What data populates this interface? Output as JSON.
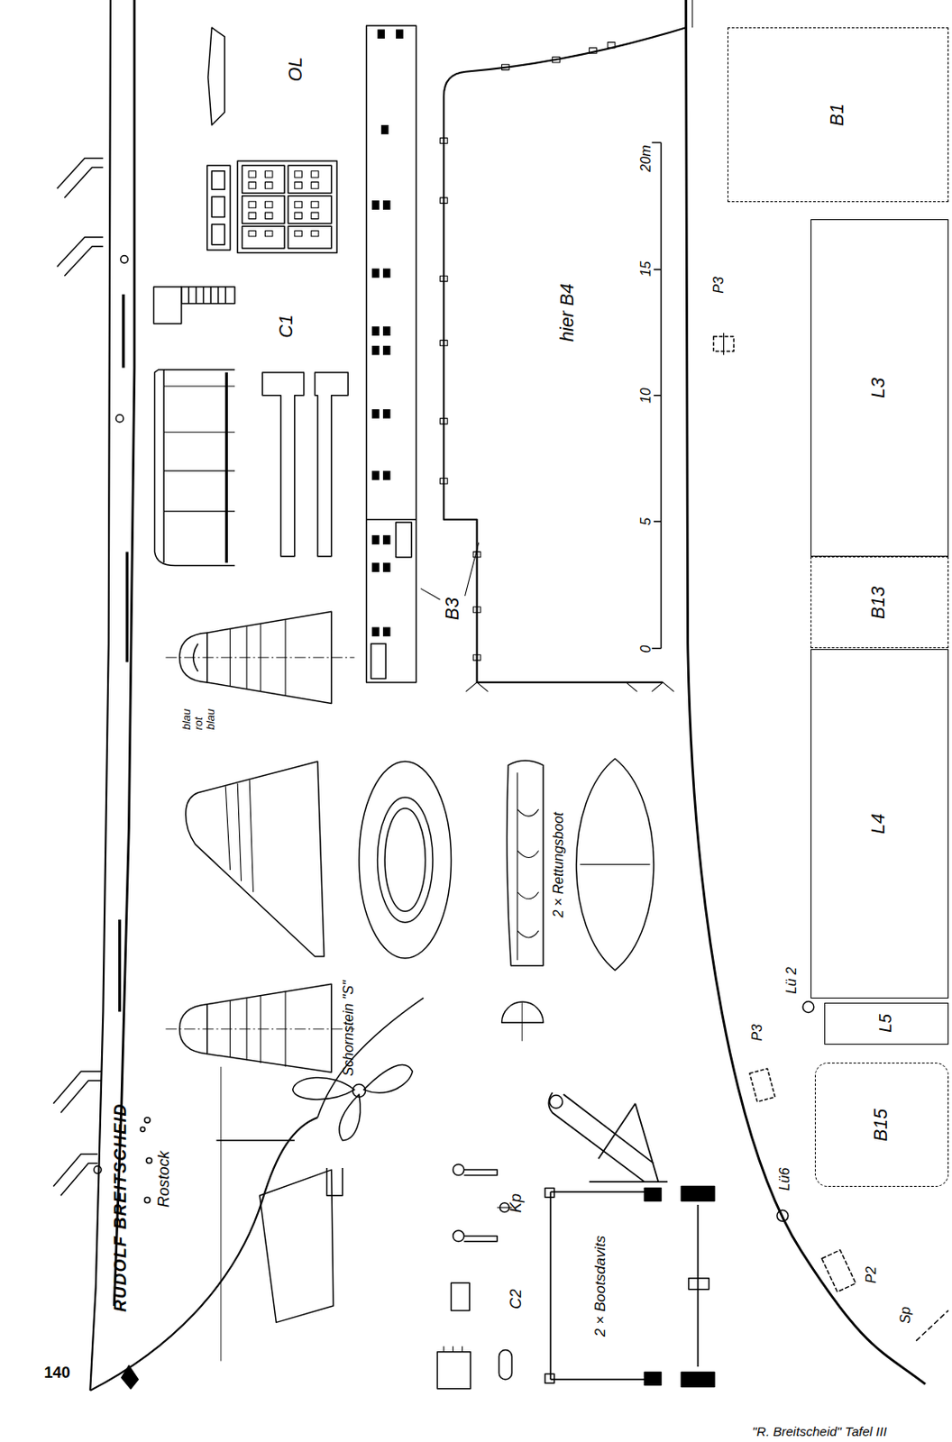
{
  "diagram": {
    "caption": "\"R. Breitscheid\" Tafel III",
    "nodes": [
      {
        "text": [
          "B1"
        ]
      },
      {
        "text": [
          "L3"
        ]
      },
      {
        "text": [
          "B13"
        ]
      },
      {
        "text": [
          "L4"
        ]
      },
      {
        "text": [
          "L5"
        ]
      },
      {
        "text": [
          "B15"
        ]
      },
      {
        "text": [
          "hier B4"
        ]
      }
    ],
    "labels": [
      "140",
      "RUDOLF BREITSCHEID",
      "Rostock",
      "OL",
      "C1",
      "B3",
      "20m",
      "15",
      "10",
      "5",
      "0",
      "P3",
      "P3",
      "Lü 2",
      "Lü6",
      "P2",
      "Sp",
      "blau",
      "rot",
      "blau",
      "Schornstein \"S\"",
      "2 × Rettungsboot",
      "Kp",
      "C2",
      "2 × Bootsdavits"
    ]
  }
}
